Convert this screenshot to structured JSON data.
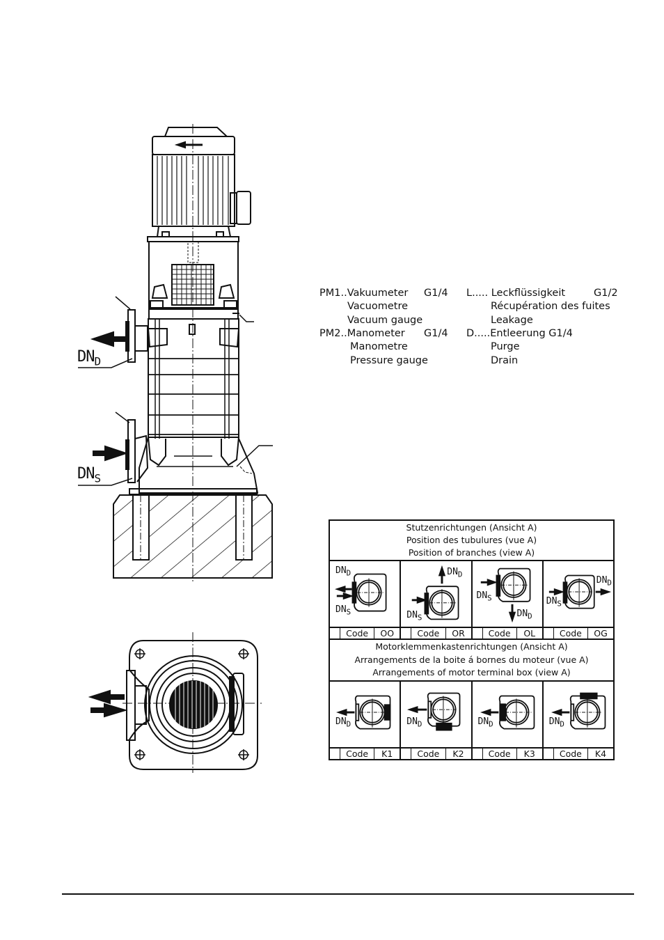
{
  "drawing": {
    "labels": {
      "dn_discharge": "DN",
      "dn_discharge_sub": "D",
      "dn_suction": "DN",
      "dn_suction_sub": "S"
    }
  },
  "legend": {
    "left": [
      {
        "line": "PM1..Vakuumeter",
        "size": "G1/4"
      },
      {
        "line": "Vacuometre"
      },
      {
        "line": "Vacuum gauge"
      },
      {
        "line": "PM2..Manometer",
        "size": "G1/4"
      },
      {
        "line": "Manometre"
      },
      {
        "line": "Pressure gauge"
      }
    ],
    "right": [
      {
        "line": "L..... Leckflüssigkeit",
        "size": "G1/2"
      },
      {
        "line": "Récupération des fuites"
      },
      {
        "line": "Leakage"
      },
      {
        "line": "D.....Entleerung  G1/4"
      },
      {
        "line": "Purge"
      },
      {
        "line": "Drain"
      }
    ]
  },
  "branches_table": {
    "title_lines": [
      "Stutzenrichtungen  (Ansicht A)",
      "Position des tubulures (vue A)",
      "Position of branches (view A)"
    ],
    "code_label": "Code",
    "items": [
      {
        "code": "OO",
        "labels": [
          "DN",
          "D",
          "DN",
          "S"
        ]
      },
      {
        "code": "OR",
        "labels": [
          "DN",
          "D",
          "DN",
          "S"
        ]
      },
      {
        "code": "OL",
        "labels": [
          "DN",
          "S",
          "DN",
          "D"
        ]
      },
      {
        "code": "OG",
        "labels": [
          "DN",
          "D",
          "DN",
          "S"
        ]
      }
    ]
  },
  "terminal_box_table": {
    "title_lines": [
      "Motorklemmenkastenrichtungen  (Ansicht A)",
      "Arrangements de la boite á bornes du moteur  (vue A)",
      "Arrangements of motor terminal box  (view A)"
    ],
    "code_label": "Code",
    "items": [
      {
        "code": "K1",
        "label": "DN",
        "sub": "D"
      },
      {
        "code": "K2",
        "label": "DN",
        "sub": "D"
      },
      {
        "code": "K3",
        "label": "DN",
        "sub": "D"
      },
      {
        "code": "K4",
        "label": "DN",
        "sub": "D"
      }
    ]
  }
}
